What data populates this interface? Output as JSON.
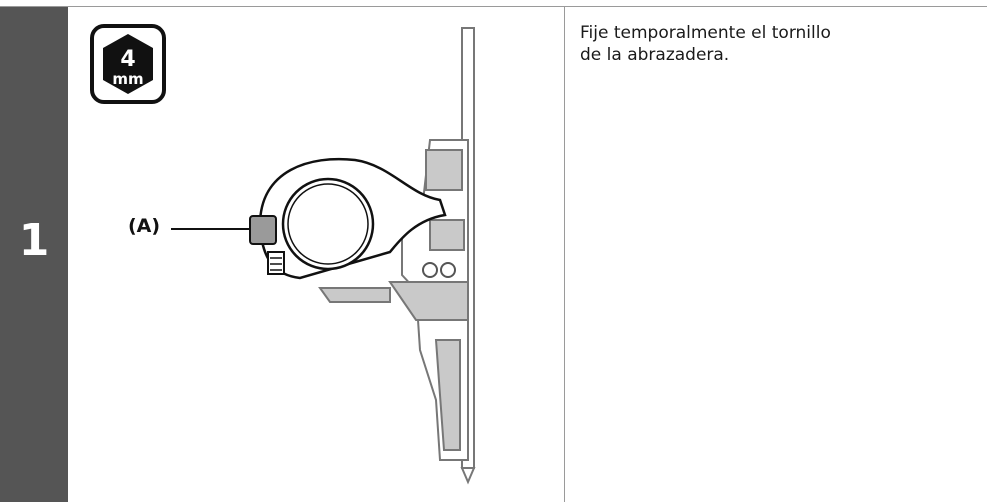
{
  "step": {
    "number": "1"
  },
  "tool": {
    "size": "4",
    "unit": "mm",
    "icon": "hex-wrench-icon"
  },
  "callout": {
    "label": "(A)"
  },
  "instruction": {
    "line1": "Fije temporalmente el tornillo",
    "line2": "de la abrazadera."
  },
  "colors": {
    "step_bar": "#555555",
    "rule": "#9a9a9a",
    "part_gray": "#c9c9c9"
  }
}
